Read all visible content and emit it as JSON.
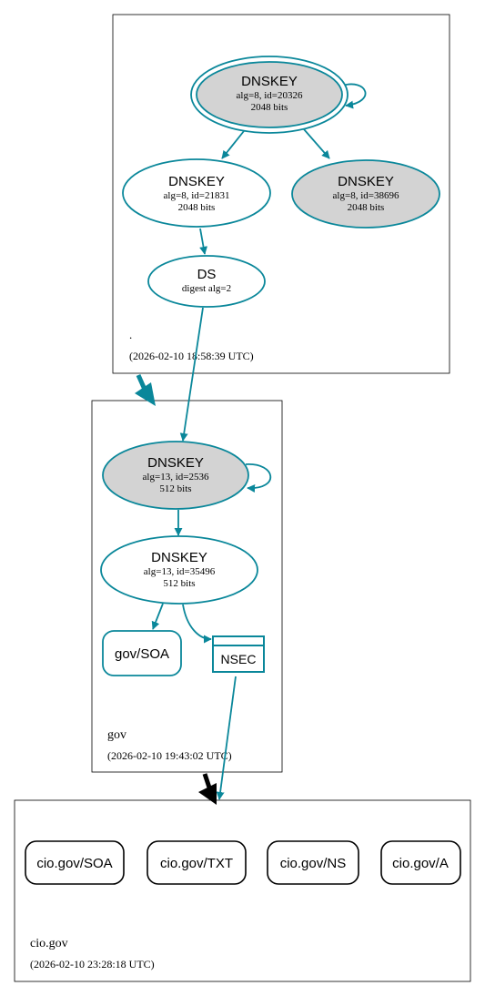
{
  "colors": {
    "edge": "#0a879a",
    "node_fill_ksk": "#d3d3d3",
    "node_fill": "#ffffff",
    "zone_border": "#000000",
    "delegation_black": "#000000"
  },
  "zones": {
    "root": {
      "name": ".",
      "timestamp": "(2026-02-10 18:58:39 UTC)"
    },
    "gov": {
      "name": "gov",
      "timestamp": "(2026-02-10 19:43:02 UTC)"
    },
    "cio": {
      "name": "cio.gov",
      "timestamp": "(2026-02-10 23:28:18 UTC)"
    }
  },
  "nodes": {
    "root_ksk": {
      "title": "DNSKEY",
      "line1": "alg=8, id=20326",
      "line2": "2048 bits"
    },
    "root_zsk": {
      "title": "DNSKEY",
      "line1": "alg=8, id=21831",
      "line2": "2048 bits"
    },
    "root_key3": {
      "title": "DNSKEY",
      "line1": "alg=8, id=38696",
      "line2": "2048 bits"
    },
    "gov_ds": {
      "title": "DS",
      "line1": "digest alg=2"
    },
    "gov_ksk": {
      "title": "DNSKEY",
      "line1": "alg=13, id=2536",
      "line2": "512 bits"
    },
    "gov_zsk": {
      "title": "DNSKEY",
      "line1": "alg=13, id=35496",
      "line2": "512 bits"
    },
    "gov_soa": {
      "label": "gov/SOA"
    },
    "nsec": {
      "label": "NSEC"
    },
    "cio_soa": {
      "label": "cio.gov/SOA"
    },
    "cio_txt": {
      "label": "cio.gov/TXT"
    },
    "cio_ns": {
      "label": "cio.gov/NS"
    },
    "cio_a": {
      "label": "cio.gov/A"
    }
  }
}
